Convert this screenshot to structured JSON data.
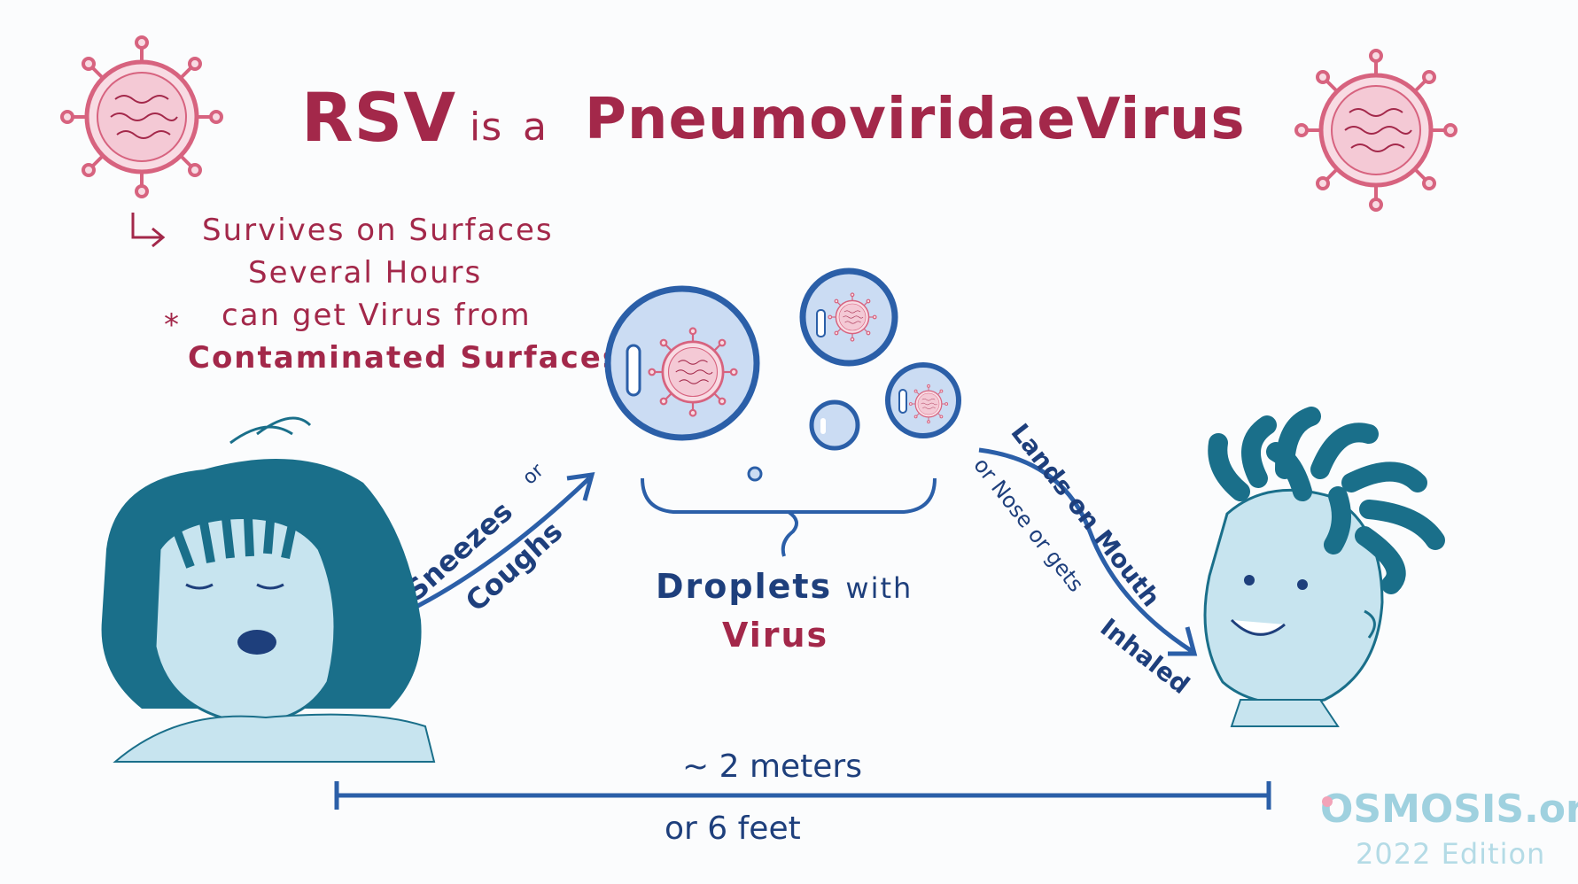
{
  "title": {
    "part1": "RSV",
    "part2": "is",
    "part3": "a",
    "part4": "Pneumoviridae",
    "part5": "Virus"
  },
  "notes": {
    "line1": "Survives on Surfaces",
    "line2": "Several Hours",
    "line3": "can get Virus from",
    "line4": "Contaminated Surfaces"
  },
  "left_arrow": {
    "word1": "Sneezes",
    "word2": "or",
    "word3": "Coughs"
  },
  "droplets": {
    "line1": "Droplets",
    "line1_suffix": "with",
    "line2": "Virus"
  },
  "right_arrow": {
    "word1": "Lands on Mouth",
    "word2": "or Nose or gets",
    "word3": "Inhaled"
  },
  "distance": {
    "top": "~ 2 meters",
    "bottom": "or 6 feet"
  },
  "brand": {
    "name": "OSMOSIS.org",
    "edition": "2022 Edition"
  },
  "colors": {
    "maroon": "#a3284a",
    "navy": "#1e3f7c",
    "teal": "#1a6f8a",
    "skin": "#c7e4ef",
    "brand": "#9fd1df"
  }
}
